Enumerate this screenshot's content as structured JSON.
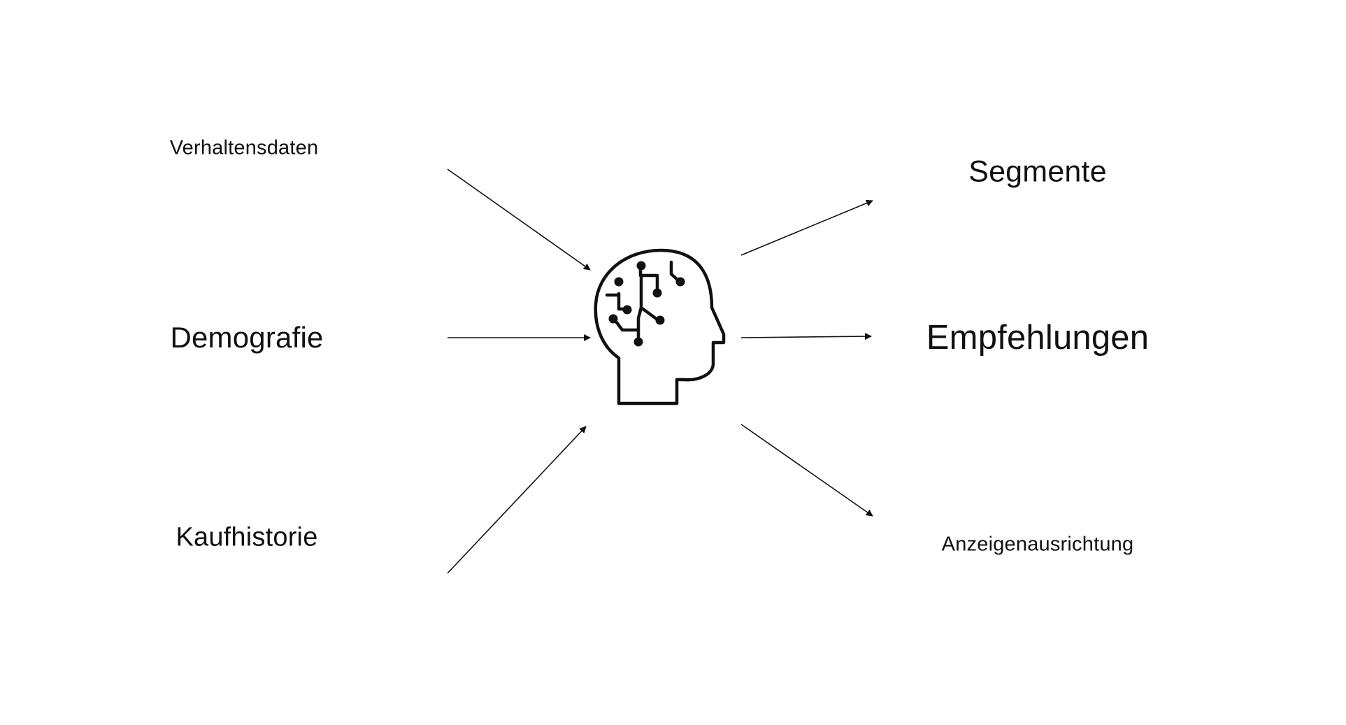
{
  "diagram": {
    "inputs": [
      {
        "label": "Verhaltensdaten"
      },
      {
        "label": "Demografie"
      },
      {
        "label": "Kaufhistorie"
      }
    ],
    "center": {
      "icon": "brain-circuit-head-icon"
    },
    "outputs": [
      {
        "label": "Segmente"
      },
      {
        "label": "Empfehlungen"
      },
      {
        "label": "Anzeigenausrichtung"
      }
    ],
    "colors": {
      "stroke": "#111111",
      "background": "#ffffff"
    }
  }
}
